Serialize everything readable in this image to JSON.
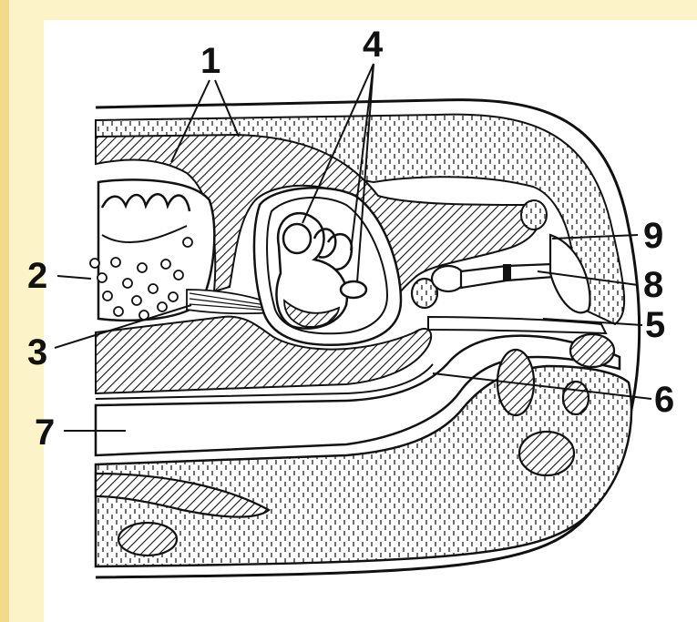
{
  "diagram": {
    "callouts": [
      {
        "id": "1",
        "text": "1"
      },
      {
        "id": "2",
        "text": "2"
      },
      {
        "id": "3",
        "text": "3"
      },
      {
        "id": "4",
        "text": "4"
      },
      {
        "id": "5",
        "text": "5"
      },
      {
        "id": "6",
        "text": "6"
      },
      {
        "id": "7",
        "text": "7"
      },
      {
        "id": "8",
        "text": "8"
      },
      {
        "id": "9",
        "text": "9"
      }
    ]
  },
  "colors": {
    "background": "#fdf3c9",
    "side_strip": "#f3d98c",
    "ink": "#111111",
    "paper": "#ffffff"
  }
}
